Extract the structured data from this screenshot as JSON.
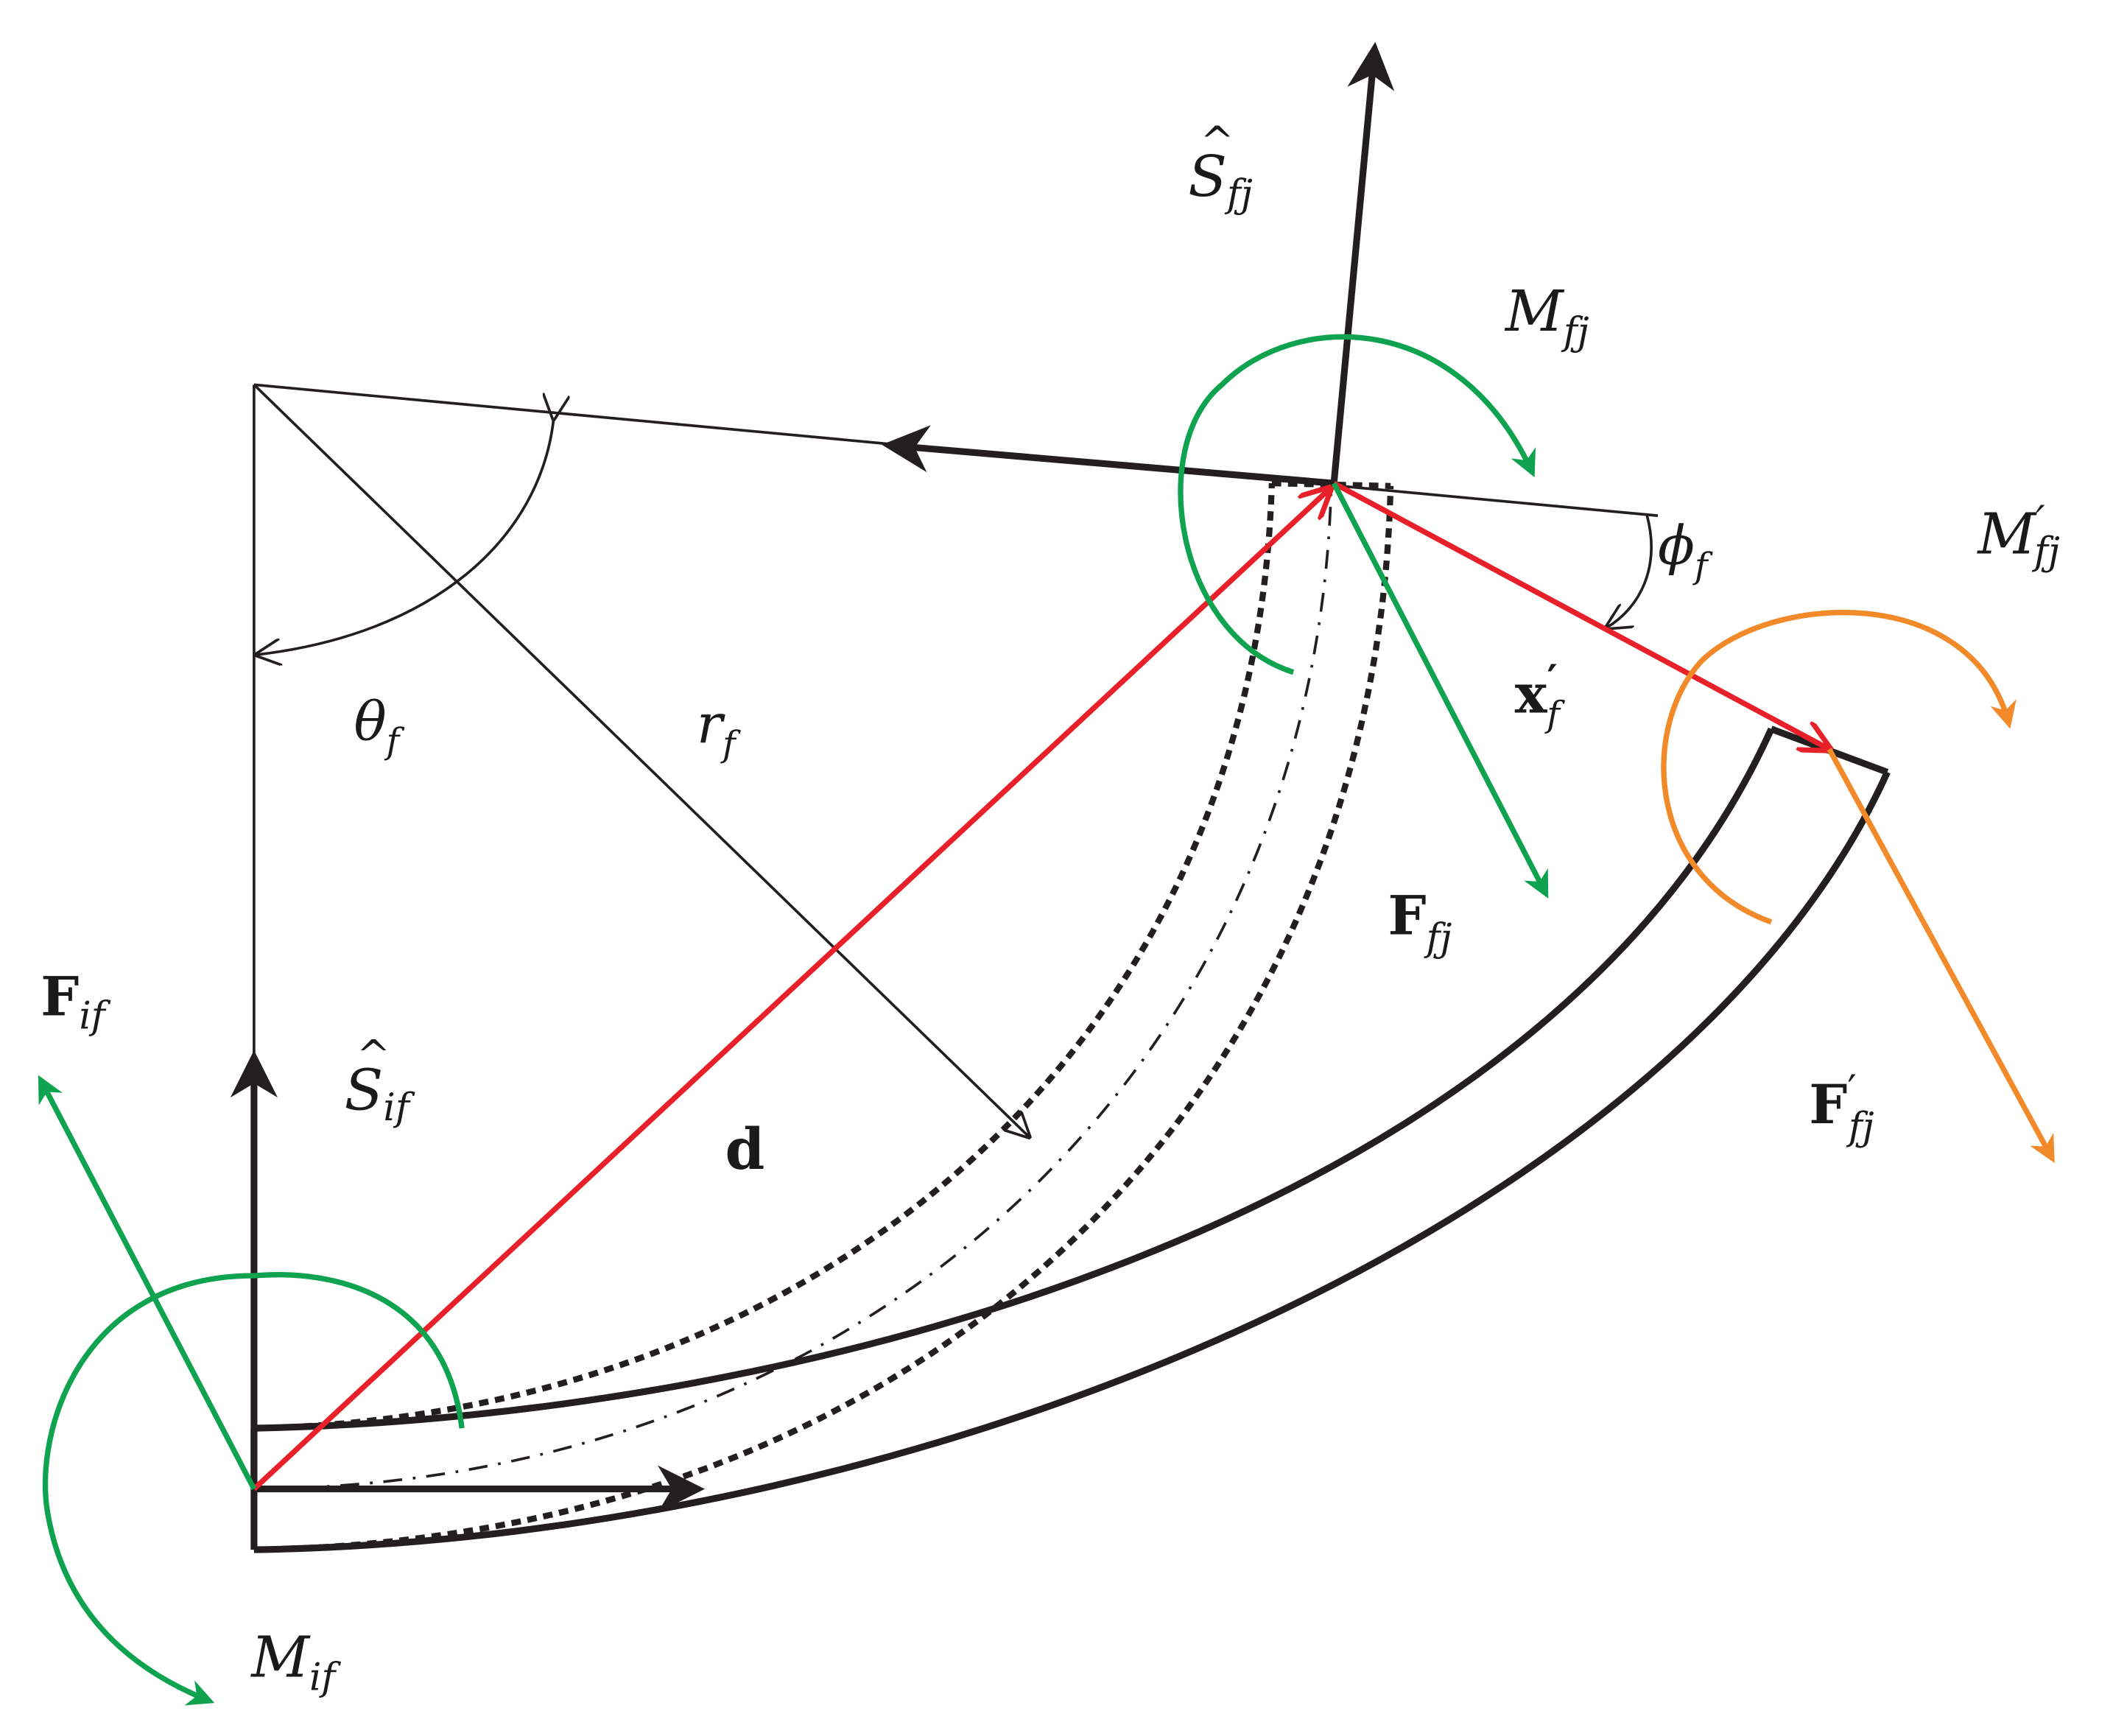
{
  "colors": {
    "black": "#231f20",
    "red": "#e8202a",
    "green": "#0fa350",
    "orange": "#f28a2a"
  },
  "labels": {
    "S_fj": {
      "base": "S",
      "sub": "fj"
    },
    "M_fj": {
      "base": "M",
      "sub": "fj"
    },
    "Mp_fj": {
      "base": "M",
      "prime": "′",
      "sub": "fj"
    },
    "phi_f": {
      "base": "ϕ",
      "sub": "f"
    },
    "x_f": {
      "base": "x",
      "prime": "′",
      "sub": "f"
    },
    "theta_f": {
      "base": "θ",
      "sub": "f"
    },
    "r_f": {
      "base": "r",
      "sub": "f"
    },
    "F_fj": {
      "base": "F",
      "sub": "fj"
    },
    "F_if": {
      "base": "F",
      "sub": "if"
    },
    "S_if": {
      "base": "S",
      "sub": "if"
    },
    "d": {
      "base": "d"
    },
    "Fp_fj": {
      "base": "F",
      "prime": "′",
      "sub": "fj"
    },
    "M_if": {
      "base": "M",
      "sub": "if"
    }
  }
}
